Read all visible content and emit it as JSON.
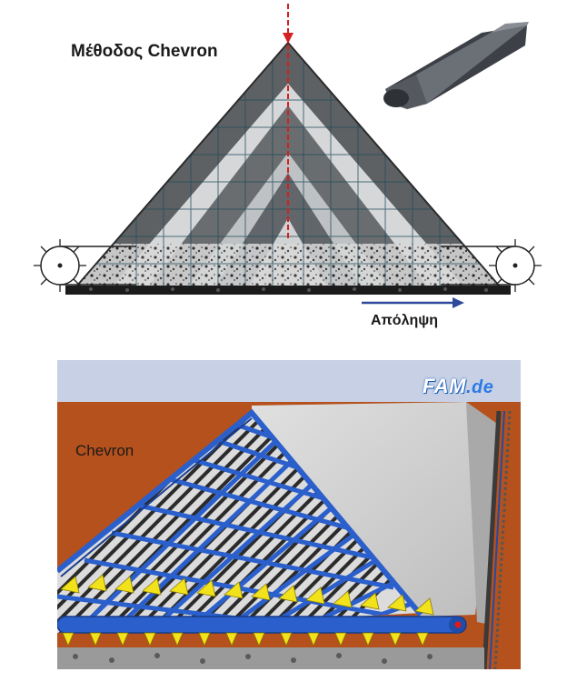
{
  "top_diagram": {
    "title": "Μέθοδος Chevron",
    "reclaim_label": "Απόληψη",
    "colors": {
      "stripe_dark": "#5e6164",
      "stripe_light": "#c9cbcd",
      "axis": "#d42020",
      "arrow": "#2f4a9c"
    }
  },
  "bottom_diagram": {
    "label": "Chevron",
    "logo_main": "FAM",
    "logo_suffix": ".de",
    "colors": {
      "soil": "#b5511c",
      "sky": "#c7d0e4",
      "frame": "#2a5fcc",
      "teeth": "#f2e21c",
      "pile": "#d6d6d6"
    }
  }
}
